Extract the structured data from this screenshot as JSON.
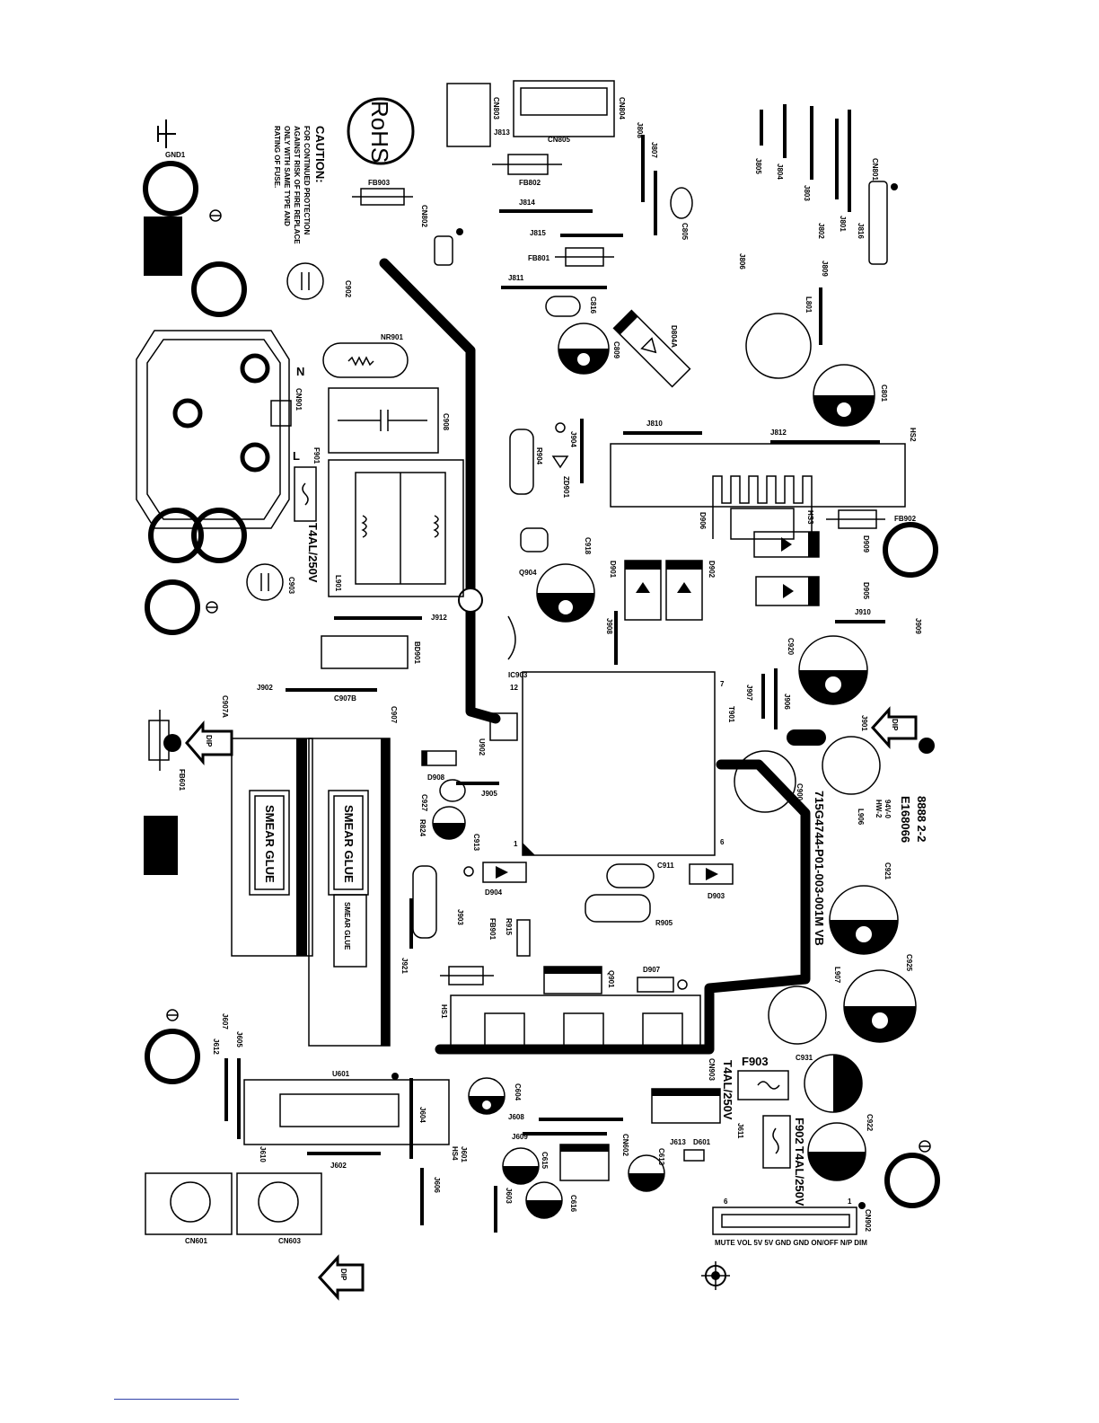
{
  "caution": {
    "title": "CAUTION:",
    "lines": [
      "FOR CONTINUED PROTECTION",
      "AGAINST RISK OF FIRE REPLACE",
      "ONLY WITH SAME TYPE AND",
      "RATING OF FUSE."
    ]
  },
  "rohs": "RoHS",
  "board_id": "715G4744-P01-003-001M VB",
  "ul_number": "E168066",
  "date_code": "8888 2-2",
  "flame": "94V-0",
  "hw": "HW-2",
  "fuse_rating": "T4AL/250V",
  "ac_n": "N",
  "ac_l": "L",
  "smear_glue": "SMEAR GLUE",
  "dip": "DIP",
  "cn902_pins": "MUTE VOL 5V 5V GND GND ON/OFF N/P DIM",
  "components": {
    "gnd1": "GND1",
    "fb903": "FB903",
    "cn813": "CN803",
    "j813": "J813",
    "cn804": "CN804",
    "cn805": "CN805",
    "j808": "J808",
    "j807": "J807",
    "fb802": "FB802",
    "j814": "J814",
    "j815": "J815",
    "fb801": "FB801",
    "j811": "J811",
    "cn802": "CN802",
    "c902": "C902",
    "c805": "C805",
    "cn801": "CN801",
    "j805": "J805",
    "j804": "J804",
    "j803": "J803",
    "j802": "J802",
    "j801": "J801",
    "j816": "J816",
    "j806": "J806",
    "j809": "J809",
    "l801": "L801",
    "c801": "C801",
    "c816": "C816",
    "c809": "C809",
    "d804a": "D804A",
    "nr901": "NR901",
    "cn901": "CN901",
    "c908": "C908",
    "f901": "F901",
    "l901": "L901",
    "c903": "C903",
    "j904": "J904",
    "r904": "R904",
    "zd901": "ZD901",
    "j810": "J810",
    "j812": "J812",
    "hs2": "HS2",
    "d906": "D906",
    "hs3": "HS3",
    "fb902": "FB902",
    "d909": "D909",
    "d905": "D905",
    "q904": "Q904",
    "c918": "C918",
    "d901": "D901",
    "d902": "D902",
    "j910": "J910",
    "j909": "J909",
    "j912": "J912",
    "bd901": "BD901",
    "ic903": "IC903",
    "j908": "J908",
    "c920": "C920",
    "j902": "J902",
    "c907a": "C907A",
    "c907b": "C907B",
    "c907": "C907",
    "fb601": "FB601",
    "u902": "U902",
    "t901": "T901",
    "j907": "J907",
    "j906": "J906",
    "j901": "J901",
    "d908": "D908",
    "c927": "C927",
    "r824": "R824",
    "c913": "C913",
    "j905": "J905",
    "c900": "C900",
    "l906": "L906",
    "d904": "D904",
    "c911": "C911",
    "d903": "D903",
    "j903": "J903",
    "r915": "R915",
    "r905": "R905",
    "j921": "J921",
    "fb901": "FB901",
    "q901": "Q901",
    "d907": "D907",
    "hs1": "HS1",
    "c921": "C921",
    "c925": "C925",
    "l907": "L907",
    "j607": "J607",
    "j612": "J612",
    "j605": "J605",
    "u601": "U601",
    "c604": "C604",
    "j604": "J604",
    "j610": "J610",
    "j601": "J601",
    "hs4": "HS4",
    "j602": "J602",
    "j608": "J608",
    "j609": "J609",
    "c615": "C615",
    "cn602": "CN602",
    "c613": "C613",
    "j613": "J613",
    "d601": "D601",
    "j611": "J611",
    "cn903": "CN903",
    "f903": "F903",
    "c931": "C931",
    "f902": "F902",
    "c922": "C922",
    "j606": "J606",
    "j603": "J603",
    "c616": "C616",
    "cn601": "CN601",
    "cn603": "CN603",
    "cn902": "CN902"
  }
}
